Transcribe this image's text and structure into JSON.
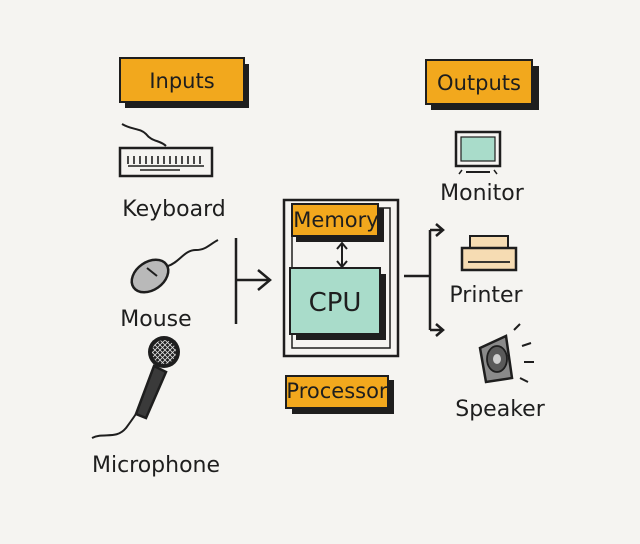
{
  "diagram": {
    "inputs": {
      "header": "Inputs",
      "devices": [
        "Keyboard",
        "Mouse",
        "Microphone"
      ]
    },
    "computer": {
      "memory": "Memory",
      "cpu": "CPU",
      "processor": "Processor"
    },
    "outputs": {
      "header": "Outputs",
      "devices": [
        "Monitor",
        "Printer",
        "Speaker"
      ]
    }
  },
  "colors": {
    "tag_fill": "#f2a81d",
    "cpu_fill": "#a9dcca",
    "monitor_screen": "#a9dcca",
    "printer_paper": "#f6dcb3",
    "mouse_body": "#b9b9b9",
    "speaker_body": "#8a8a8a",
    "ink": "#1e1e1e",
    "background": "#f5f4f1"
  },
  "icons": [
    "keyboard-icon",
    "mouse-icon",
    "microphone-icon",
    "monitor-icon",
    "printer-icon",
    "speaker-icon"
  ]
}
